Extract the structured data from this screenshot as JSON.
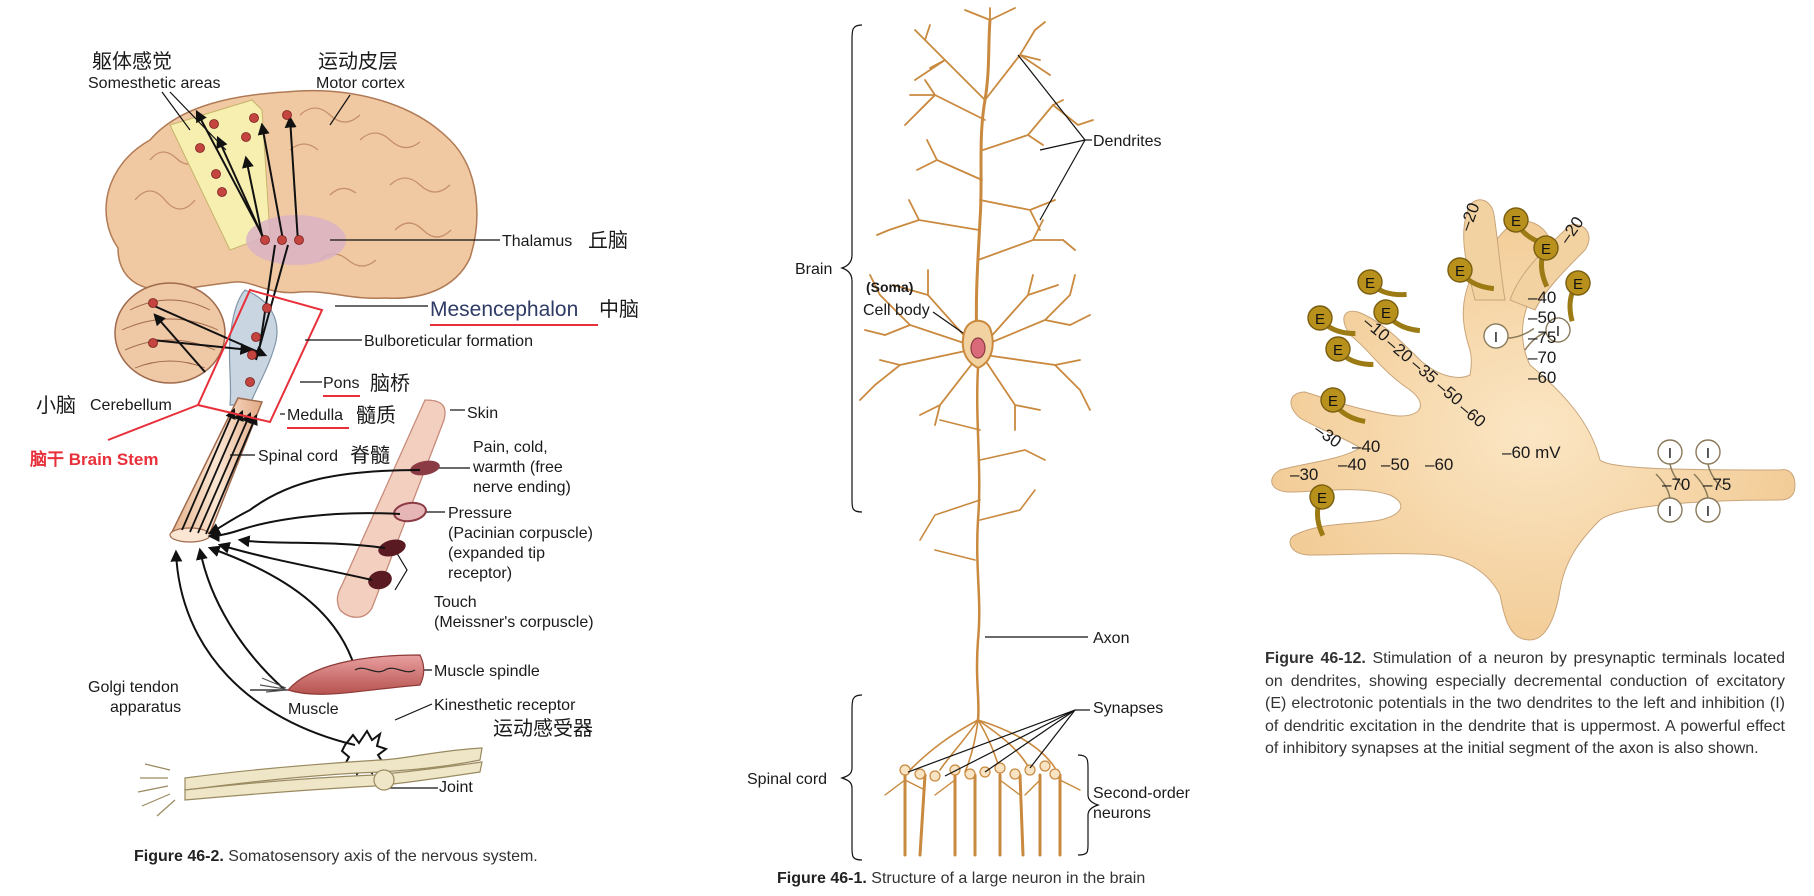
{
  "figure1": {
    "somesthetic_cn": "躯体感觉",
    "somesthetic": "Somesthetic areas",
    "motor_cn": "运动皮层",
    "motor": "Motor cortex",
    "thalamus": "Thalamus",
    "thalamus_cn": "丘脑",
    "mesencephalon": "Mesencephalon",
    "mesencephalon_cn": "中脑",
    "bulboreticular": "Bulboreticular formation",
    "cerebellum_cn": "小脑",
    "cerebellum": "Cerebellum",
    "pons": "Pons",
    "pons_cn": "脑桥",
    "medulla": "Medulla",
    "medulla_cn": "髓质",
    "brainstem": "脑干 Brain Stem",
    "skin": "Skin",
    "spinal_cord": "Spinal cord",
    "spinal_cord_cn": "脊髓",
    "pain": [
      "Pain, cold,",
      "warmth (free",
      "nerve ending)"
    ],
    "pressure": [
      "Pressure",
      "(Pacinian corpuscle)",
      "(expanded tip",
      "receptor)"
    ],
    "touch": [
      "Touch",
      "(Meissner's corpuscle)"
    ],
    "golgi": [
      "Golgi tendon",
      "apparatus"
    ],
    "muscle": "Muscle",
    "muscle_spindle": "Muscle spindle",
    "kinesthetic": "Kinesthetic receptor",
    "kinesthetic_cn": "运动感受器",
    "joint": "Joint",
    "caption_num": "Figure 46-2.",
    "caption_text": "Somatosensory axis of the nervous system."
  },
  "figure2": {
    "dendrites": "Dendrites",
    "brain": "Brain",
    "soma": "(Soma)",
    "cell_body": "Cell body",
    "axon": "Axon",
    "synapses": "Synapses",
    "spinal_cord": "Spinal cord",
    "second_order": [
      "Second-order",
      "neurons"
    ],
    "caption_num": "Figure 46-1.",
    "caption_text": "Structure of a large neuron in the brain"
  },
  "figure3": {
    "excitatory": "E",
    "inhibitory": "I",
    "upper_left_label": "–20",
    "upper_right_label": "–20",
    "right_branch": [
      "–40",
      "–50",
      "–75",
      "–70",
      "–60"
    ],
    "mid_branch": [
      "–10",
      "–20",
      "–35",
      "–50",
      "–60"
    ],
    "lower_left_1": [
      "–30",
      "–40"
    ],
    "lower_left_2": [
      "–30",
      "–40",
      "–50",
      "–60"
    ],
    "soma_mv": "–60 mV",
    "axon_values": [
      "–70",
      "–75"
    ],
    "caption_num": "Figure 46-12.",
    "caption_text": "Stimulation of a neuron by presynaptic terminals located on dendrites, showing especially decremental conduction of excitatory (E) electrotonic potentials in the two dendrites to the left and inhibition (I) of dendritic excitation in the dendrite that is uppermost. A powerful effect of inhibitory synapses at the initial segment of the axon is also shown."
  },
  "colors": {
    "red_mark": "#e8303a",
    "neuron": "#c9893e",
    "dendrite_fill": "#f3d2a2",
    "synapse_e": "#b8901c",
    "brain_fill": "#f0c9a2",
    "somesthetic_fill": "#f7efb0"
  }
}
